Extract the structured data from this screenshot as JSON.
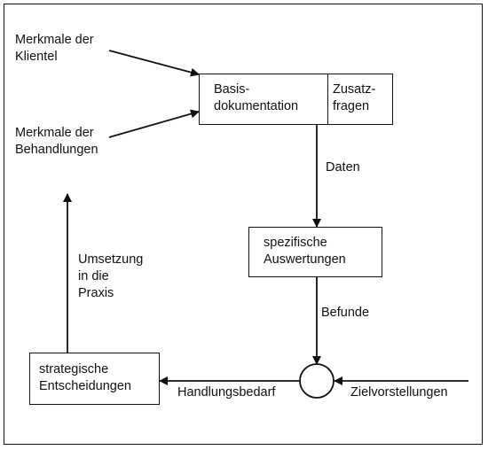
{
  "inputs": {
    "clients": "Merkmale der\nKlientel",
    "treatments": "Merkmale der\nBehandlungen"
  },
  "boxes": {
    "basis": "Basis-\ndokumentation",
    "zusatz": "Zusatz-\nfragen",
    "auswertungen": "spezifische\nAuswertungen",
    "entscheidungen": "strategische\nEntscheidungen"
  },
  "flows": {
    "daten": "Daten",
    "befunde": "Befunde",
    "handlungsbedarf": "Handlungsbedarf",
    "zielvorstellungen": "Zielvorstellungen",
    "umsetzung": "Umsetzung\nin die\nPraxis"
  }
}
